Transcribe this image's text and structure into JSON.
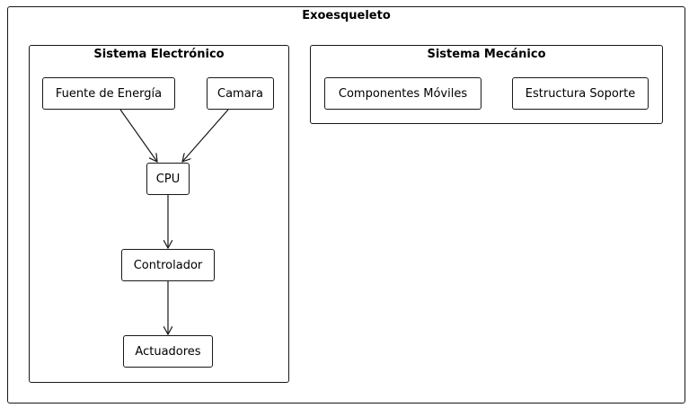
{
  "diagram": {
    "outer": {
      "title": "Exoesqueleto"
    },
    "electronic": {
      "title": "Sistema Electrónico",
      "nodes": {
        "power": "Fuente de Energía",
        "camera": "Camara",
        "cpu": "CPU",
        "controller": "Controlador",
        "actuators": "Actuadores"
      }
    },
    "mechanical": {
      "title": "Sistema Mecánico",
      "nodes": {
        "moving": "Componentes Móviles",
        "structure": "Estructura Soporte"
      }
    },
    "edges": [
      {
        "from": "Fuente de Energía",
        "to": "CPU"
      },
      {
        "from": "Camara",
        "to": "CPU"
      },
      {
        "from": "CPU",
        "to": "Controlador"
      },
      {
        "from": "Controlador",
        "to": "Actuadores"
      }
    ]
  }
}
